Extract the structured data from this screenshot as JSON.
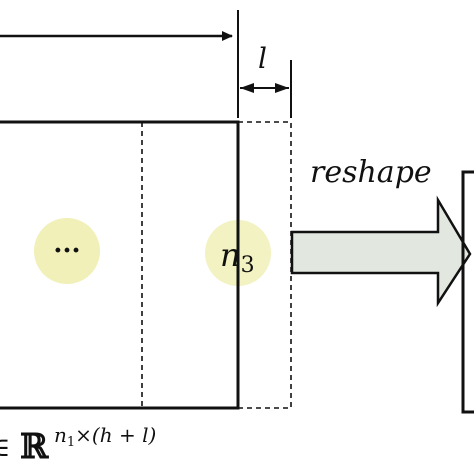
{
  "diagram": {
    "width_span_label": "l",
    "reshape_label": "reshape",
    "ellipsis_label": "···",
    "n3_base": "n",
    "n3_sub": "3",
    "space_set": "ℝ",
    "space_exp_base": "n",
    "space_exp_sub": "1",
    "space_exp_rest": "×(h + l)",
    "membership_fragment": "∈",
    "colors": {
      "stroke": "#111111",
      "highlight": "#f1f0b8",
      "arrow_fill": "#e2e8e0",
      "arrow_stroke": "#111111"
    }
  }
}
